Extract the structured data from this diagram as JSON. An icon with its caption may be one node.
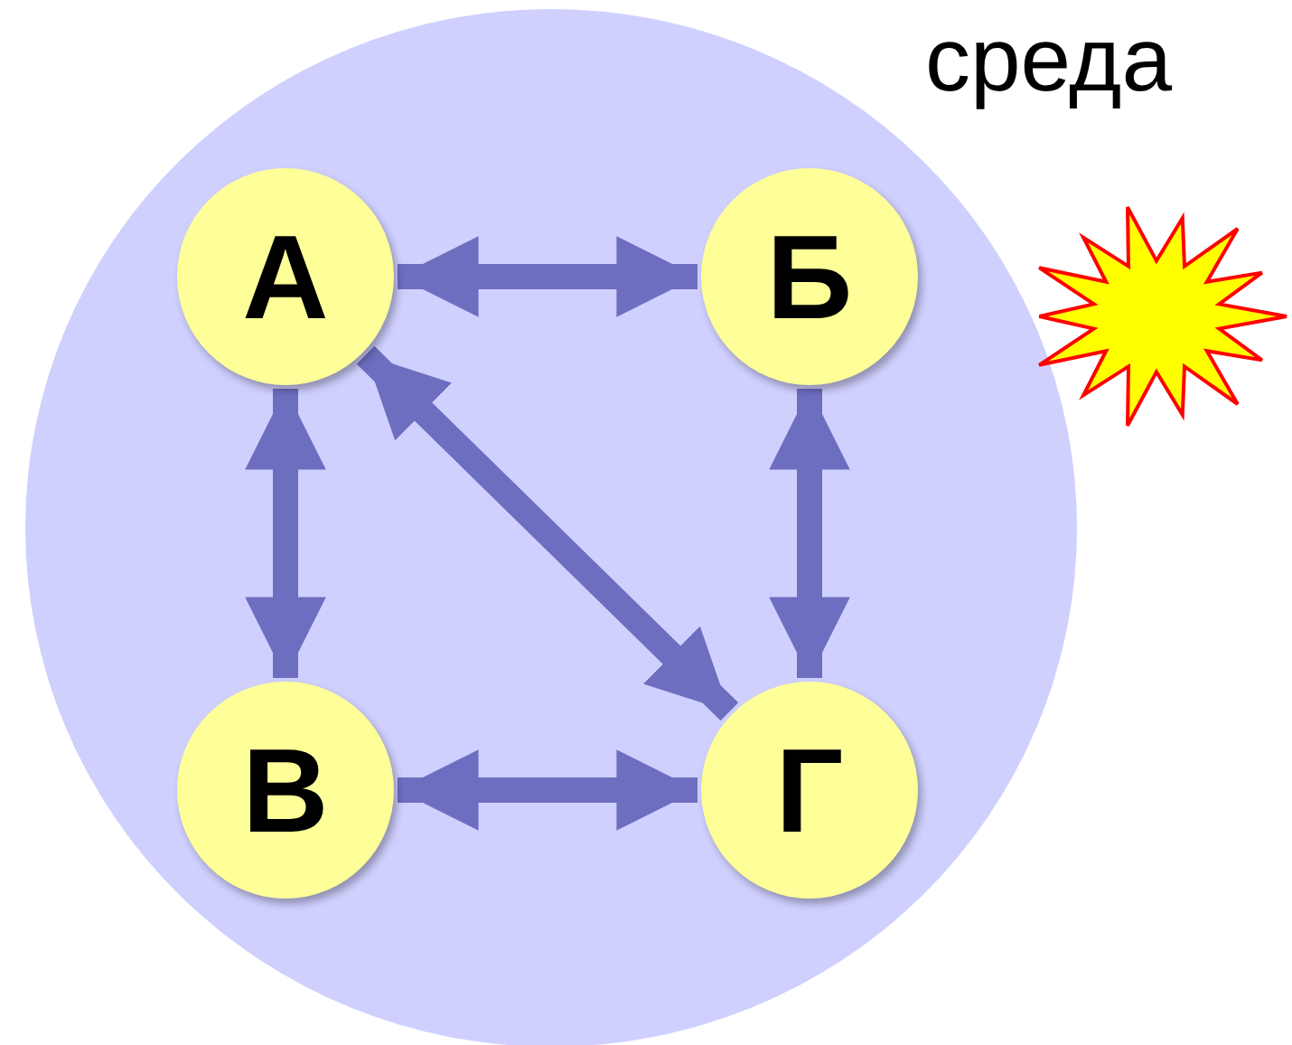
{
  "diagram": {
    "nodes": [
      {
        "text": [],
        "shape": "circle"
      },
      {
        "text": [
          "А"
        ],
        "in": 0
      },
      {
        "text": [
          "Б"
        ],
        "in": 0
      },
      {
        "text": [
          "В"
        ],
        "in": 0
      },
      {
        "text": [
          "Г"
        ],
        "in": 0
      },
      {
        "text": [],
        "shape": "star"
      }
    ],
    "edges": [
      {
        "from": 1,
        "to": 2,
        "arrow": "both"
      },
      {
        "from": 1,
        "to": 3,
        "arrow": "both"
      },
      {
        "from": 1,
        "to": 4,
        "arrow": "both"
      },
      {
        "from": 2,
        "to": 4,
        "arrow": "both"
      },
      {
        "from": 3,
        "to": 4,
        "arrow": "both"
      }
    ],
    "labels": [
      "среда"
    ]
  }
}
